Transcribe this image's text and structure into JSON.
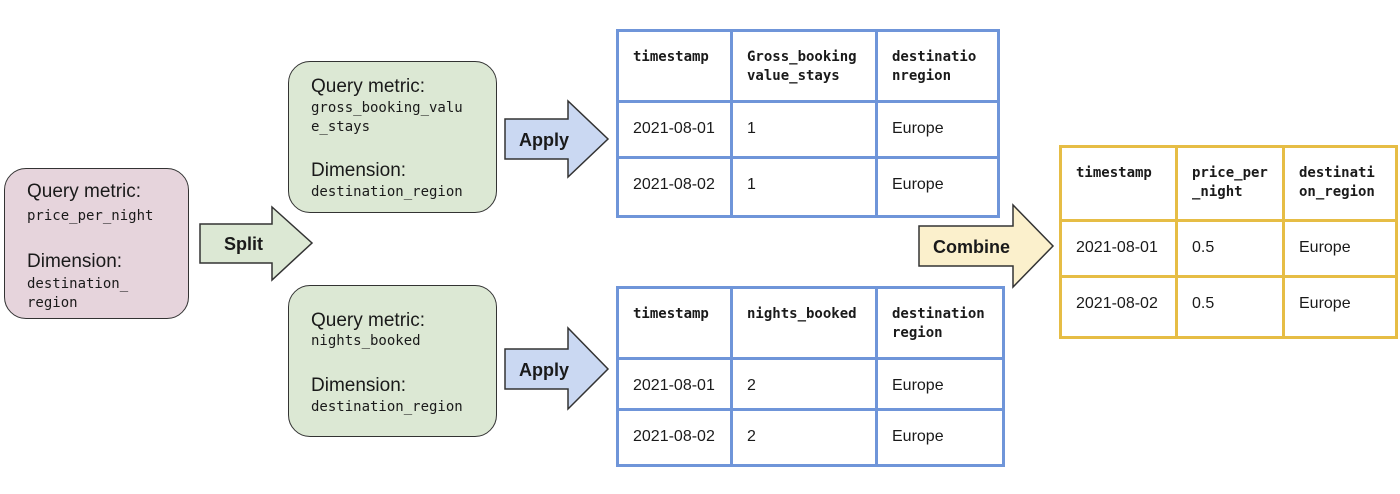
{
  "source_box": {
    "metric_label": "Query metric:",
    "metric_value": "price_per_night",
    "dimension_label": "Dimension:",
    "dimension_value": "destination_\nregion"
  },
  "split_arrow": {
    "label": "Split",
    "color": "#dce8d4"
  },
  "query_top": {
    "metric_label": "Query metric:",
    "metric_value": "gross_booking_valu\ne_stays",
    "dimension_label": "Dimension:",
    "dimension_value": "destination_region"
  },
  "query_bottom": {
    "metric_label": "Query metric:",
    "metric_value": "nights_booked",
    "dimension_label": "Dimension:",
    "dimension_value": "destination_region"
  },
  "apply_arrows": {
    "label": "Apply",
    "color": "#cad8f2"
  },
  "table_top": {
    "headers": [
      "timestamp",
      "Gross_booking\nvalue_stays",
      "destinatio\nnregion"
    ],
    "rows": [
      [
        "2021-08-01",
        "1",
        "Europe"
      ],
      [
        "2021-08-02",
        "1",
        "Europe"
      ]
    ]
  },
  "table_bottom": {
    "headers": [
      "timestamp",
      "nights_booked",
      "destination\nregion"
    ],
    "rows": [
      [
        "2021-08-01",
        "2",
        "Europe"
      ],
      [
        "2021-08-02",
        "2",
        "Europe"
      ]
    ]
  },
  "combine_arrow": {
    "label": "Combine",
    "color": "#fbf0cc"
  },
  "table_result": {
    "headers": [
      "timestamp",
      "price_per\n_night",
      "destinati\non_region"
    ],
    "rows": [
      [
        "2021-08-01",
        "0.5",
        "Europe"
      ],
      [
        "2021-08-02",
        "0.5",
        "Europe"
      ]
    ]
  },
  "colors": {
    "table_border_blue": "#6f95d9",
    "table_border_gold": "#e6bd45",
    "source_fill": "#e6d4dc",
    "query_fill": "#dce8d4"
  }
}
